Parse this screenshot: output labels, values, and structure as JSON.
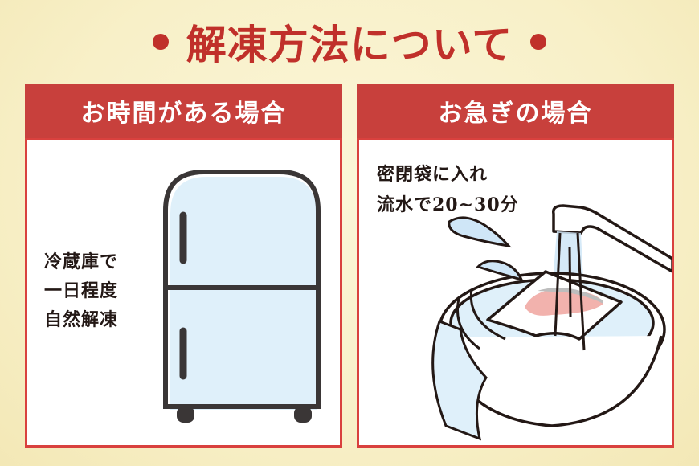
{
  "title": {
    "text": "解凍方法について",
    "bullet_color": "#c0302a"
  },
  "panels": [
    {
      "header": "お時間がある場合",
      "caption_lines": [
        "冷蔵庫で",
        "一日程度",
        "自然解凍"
      ],
      "illustration": "refrigerator-icon"
    },
    {
      "header": "お急ぎの場合",
      "caption_lines": [
        "密閉袋に入れ",
        "流水で20~30分"
      ],
      "illustration": "faucet-bowl-icon"
    }
  ],
  "colors": {
    "accent_red": "#c8403c",
    "title_red": "#c0302a",
    "text_dark": "#231815",
    "ice_blue": "#dff0fa",
    "meat_pink": "#f2b2ad"
  }
}
